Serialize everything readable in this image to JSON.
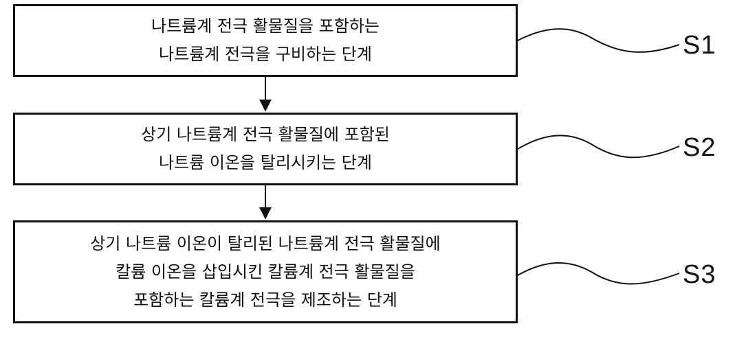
{
  "steps": [
    {
      "id": "S1",
      "lines": [
        "나트륨계 전극 활물질을 포함하는",
        "나트륨계 전극을 구비하는 단계"
      ]
    },
    {
      "id": "S2",
      "lines": [
        "상기 나트륨계 전극 활물질에 포함된",
        "나트륨 이온을 탈리시키는 단계"
      ]
    },
    {
      "id": "S3",
      "lines": [
        "상기 나트륨 이온이 탈리된 나트륨계 전극 활물질에",
        "칼륨 이온을 삽입시킨 칼륨계 전극 활물질을",
        "포함하는 칼륨계 전극을 제조하는 단계"
      ]
    }
  ]
}
